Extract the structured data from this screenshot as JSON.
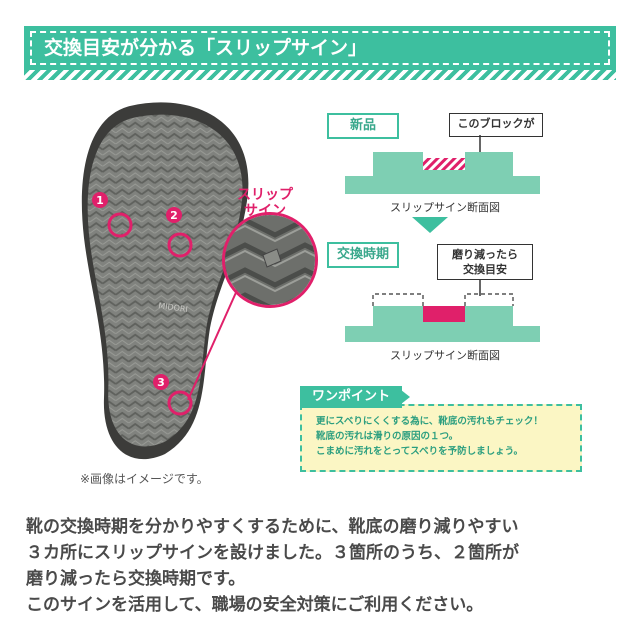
{
  "banner": {
    "title": "交換目安が分かる「スリップサイン」"
  },
  "sole": {
    "markers": [
      "1",
      "2",
      "3"
    ],
    "brand_text": "MIDORI",
    "slip_sign_label_1": "スリップ",
    "slip_sign_label_2": "サイン",
    "note": "※画像はイメージです。"
  },
  "diagram_new": {
    "tag": "新品",
    "callout": "このブロックが",
    "caption": "スリップサイン断面図"
  },
  "diagram_worn": {
    "tag": "交換時期",
    "callout_1": "磨り減ったら",
    "callout_2": "交換目安",
    "caption": "スリップサイン断面図"
  },
  "one_point": {
    "title": "ワンポイント",
    "lines": [
      "更にスベりにくくする為に、靴底の汚れもチェック！",
      "靴底の汚れは滑りの原因の１つ。",
      "こまめに汚れをとってスベりを予防しましょう。"
    ]
  },
  "body_text": [
    "靴の交換時期を分かりやすくするために、靴底の磨り減りやすい",
    "３カ所にスリップサインを設けました。３箇所のうち、２箇所が",
    "磨り減ったら交換時期です。",
    "このサインを活用して、職場の安全対策にご利用ください。"
  ],
  "colors": {
    "accent": "#3dbf9f",
    "pink": "#e0206a",
    "sole_gray": "#7f817d",
    "sole_edge": "#3c3c3a",
    "block": "#7ecfb3"
  }
}
